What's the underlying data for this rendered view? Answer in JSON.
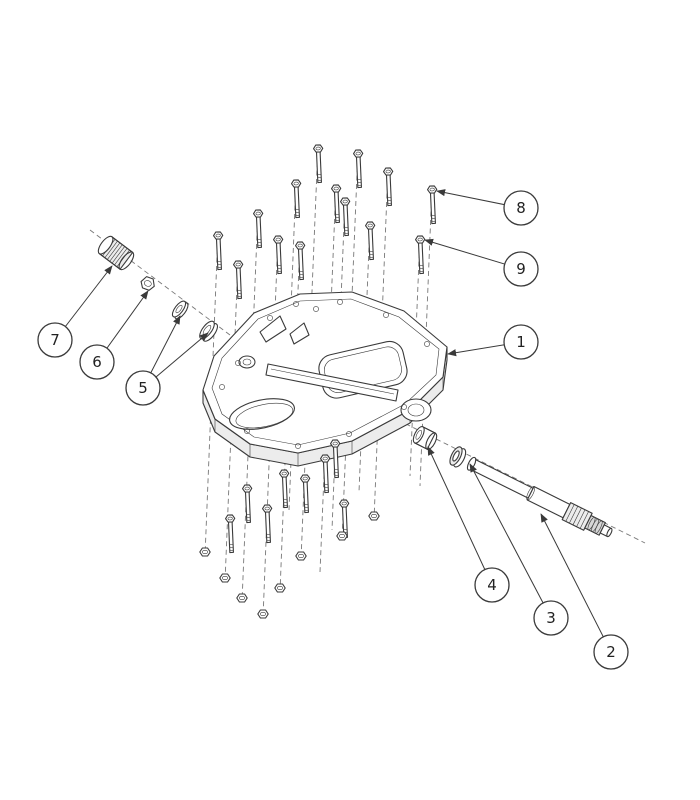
{
  "diagram": {
    "type": "exploded-assembly-drawing",
    "colors": {
      "line": "#3a3a3a",
      "dashed_axis": "#777777",
      "background": "#ffffff"
    }
  },
  "callouts": [
    {
      "label": "1"
    },
    {
      "label": "2"
    },
    {
      "label": "3"
    },
    {
      "label": "4"
    },
    {
      "label": "5"
    },
    {
      "label": "6"
    },
    {
      "label": "7"
    },
    {
      "label": "8"
    },
    {
      "label": "9"
    }
  ]
}
